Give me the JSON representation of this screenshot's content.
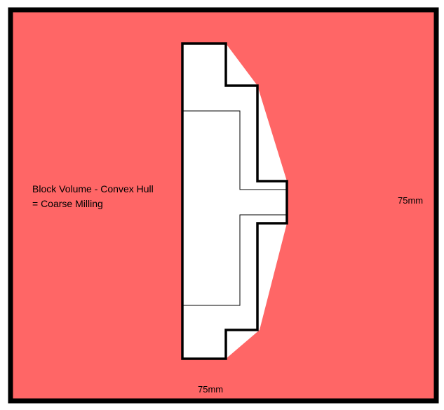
{
  "colors": {
    "block_fill": "#ff6666",
    "part_fill": "#ffffff",
    "stroke": "#000000"
  },
  "annotation": {
    "line1": "Block Volume - Convex Hull",
    "line2": "= Coarse Milling"
  },
  "dimensions": {
    "width_label": "75mm",
    "height_label": "75mm"
  }
}
